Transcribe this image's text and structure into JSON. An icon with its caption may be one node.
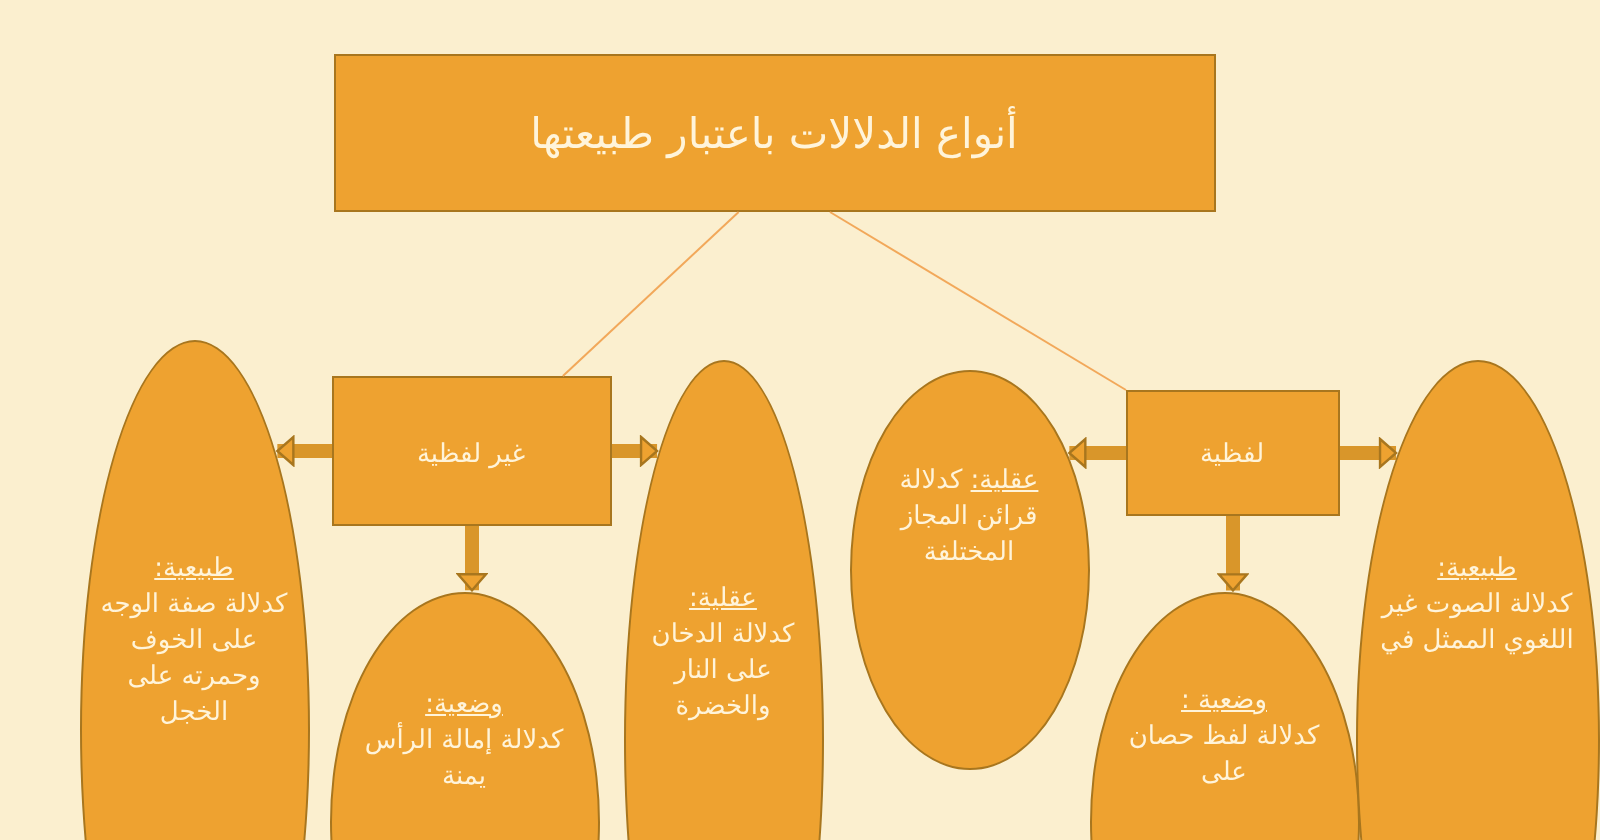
{
  "diagram": {
    "nodes": [
      {
        "text": [
          "أنواع الدلالات باعتبار طبيعتها"
        ]
      },
      {
        "text": [
          "غير لفظية"
        ]
      },
      {
        "text": [
          "لفظية"
        ]
      },
      {
        "text": [
          "طبيعية:",
          "كدلالة صفة الوجه على الخوف وحمرته على الخجل"
        ]
      },
      {
        "text": [
          "وضعية:",
          "كدلالة إمالة الرأس يمنة"
        ]
      },
      {
        "text": [
          "عقلية:",
          "كدلالة الدخان على النار والخضرة"
        ]
      },
      {
        "text": [
          "عقلية:",
          "كدلالة قرائن المجاز المختلفة"
        ]
      },
      {
        "text": [
          "وضعية :",
          "كدلالة لفظ حصان على"
        ]
      },
      {
        "text": [
          "طبيعية:",
          "كدلالة الصوت غير اللغوي الممثل في"
        ]
      }
    ],
    "edges": [
      {
        "from": 0,
        "to": 1,
        "arrow": "none",
        "color": "#f2a85a"
      },
      {
        "from": 0,
        "to": 2,
        "arrow": "none",
        "color": "#f2a85a"
      },
      {
        "from": 1,
        "to": 3,
        "arrow": "to"
      },
      {
        "from": 1,
        "to": 4,
        "arrow": "to"
      },
      {
        "from": 1,
        "to": 5,
        "arrow": "to"
      },
      {
        "from": 2,
        "to": 6,
        "arrow": "to"
      },
      {
        "from": 2,
        "to": 7,
        "arrow": "to"
      },
      {
        "from": 2,
        "to": 8,
        "arrow": "to"
      }
    ]
  }
}
